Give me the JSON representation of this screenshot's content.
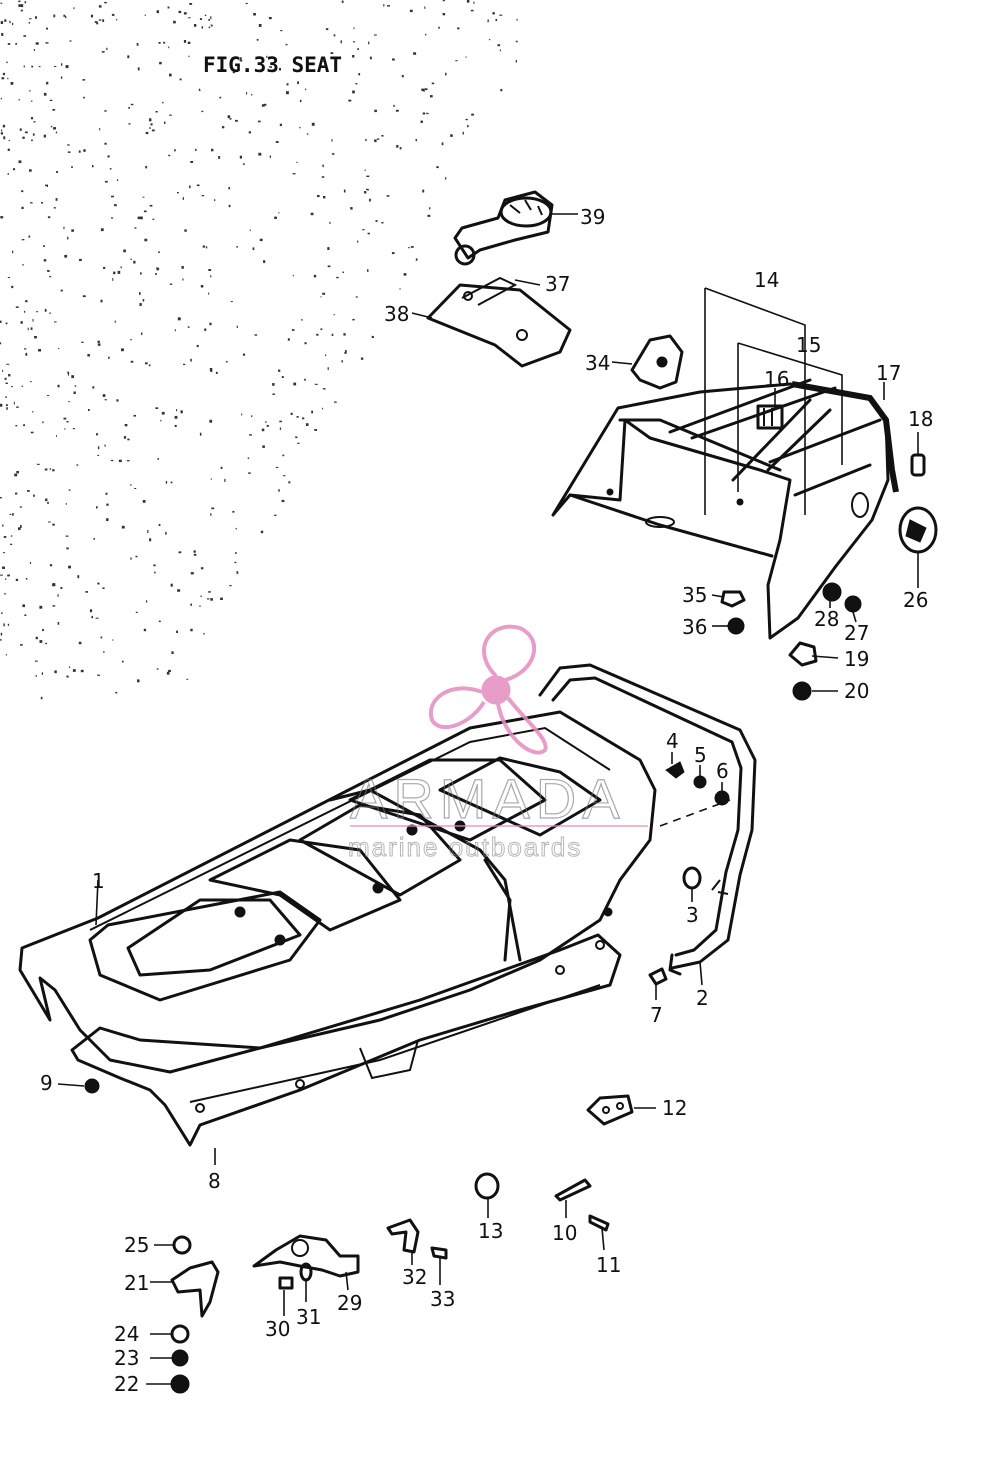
{
  "title": "FIG.33  SEAT",
  "watermark": {
    "brand": "ARMADA",
    "subtitle": "marine outboards",
    "color": "#e58cc0"
  },
  "callouts": [
    "1",
    "2",
    "3",
    "4",
    "5",
    "6",
    "7",
    "8",
    "9",
    "10",
    "11",
    "12",
    "13",
    "14",
    "15",
    "16",
    "17",
    "18",
    "19",
    "20",
    "21",
    "22",
    "23",
    "24",
    "25",
    "26",
    "27",
    "28",
    "29",
    "30",
    "31",
    "32",
    "33",
    "34",
    "35",
    "36",
    "37",
    "38",
    "39"
  ],
  "colors": {
    "ink": "#111111",
    "paper": "#ffffff"
  }
}
